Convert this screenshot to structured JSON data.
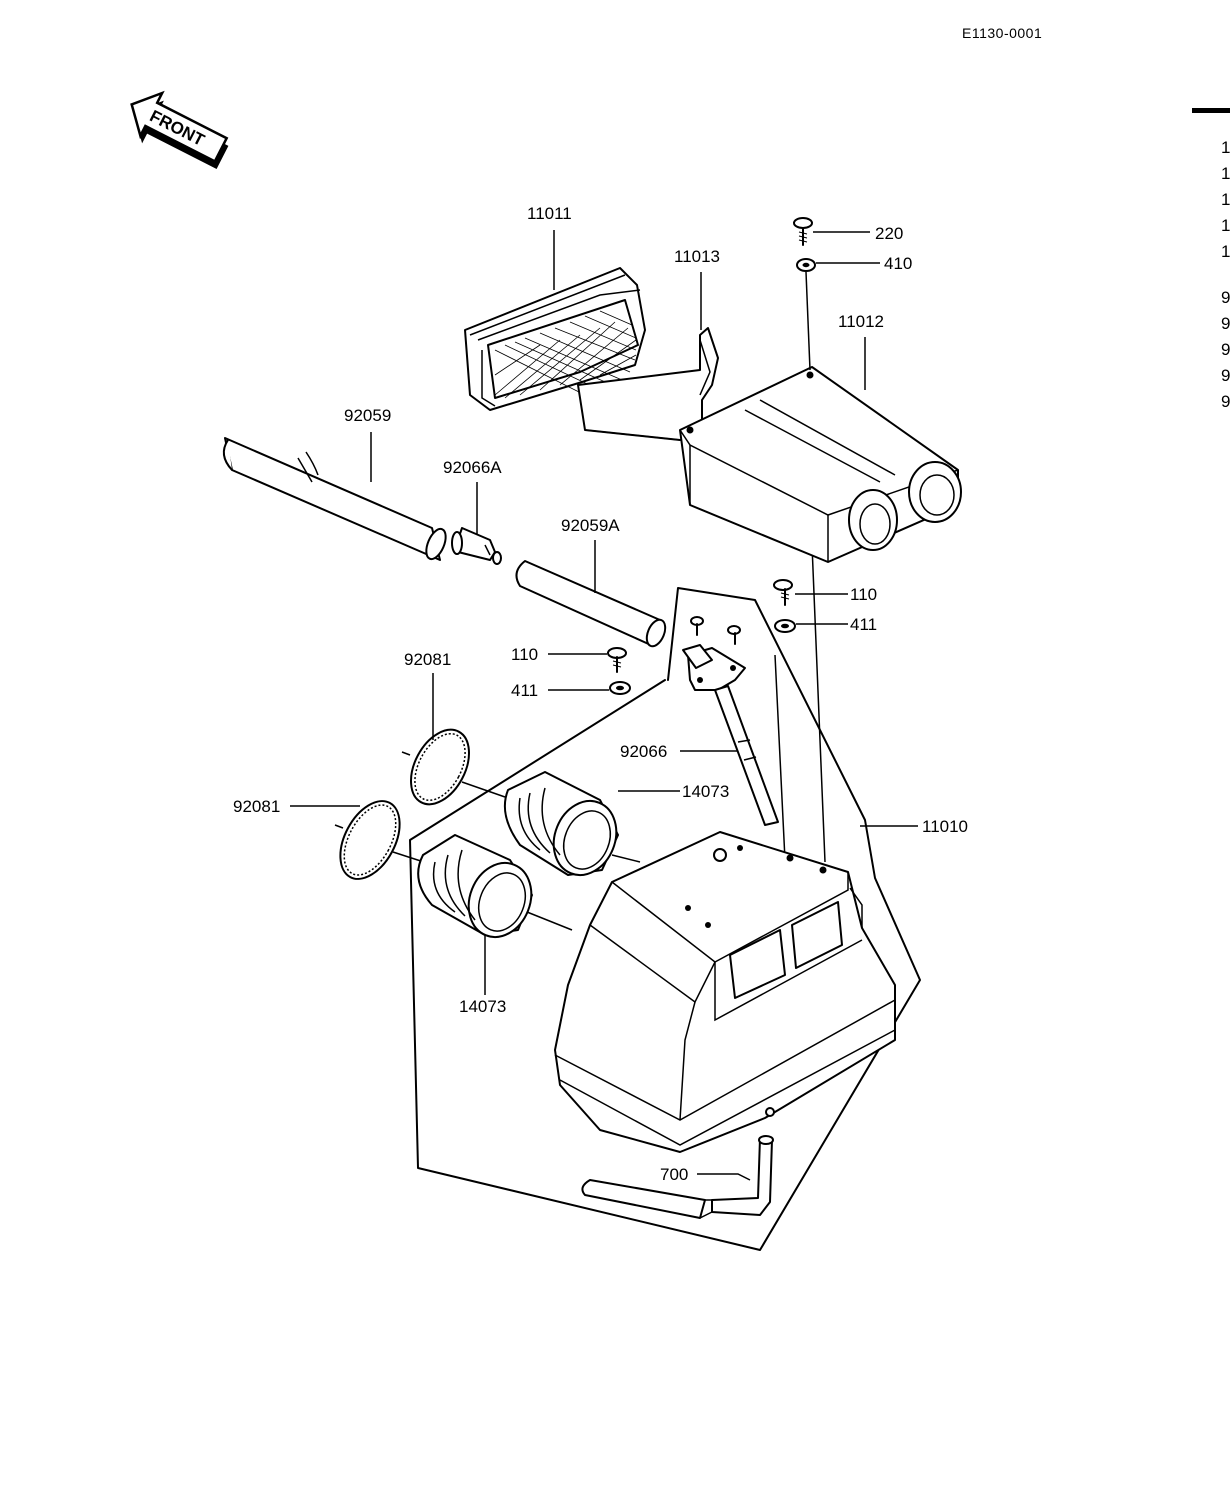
{
  "diagram_code": "E1130-0001",
  "direction_label": "FRONT",
  "margin_fragments": [
    "1",
    "1",
    "1",
    "1",
    "1",
    "9",
    "9",
    "9",
    "9",
    "9"
  ],
  "callouts": {
    "p11011": "11011",
    "p11013": "11013",
    "p220": "220",
    "p410": "410",
    "p11012": "11012",
    "p92059": "92059",
    "p92066A": "92066A",
    "p92059A": "92059A",
    "p110_right": "110",
    "p411_right": "411",
    "p110_left": "110",
    "p411_left": "411",
    "p92081_upper": "92081",
    "p92081_lower": "92081",
    "p92066": "92066",
    "p14073_upper": "14073",
    "p14073_lower": "14073",
    "p11010": "11010",
    "p700": "700"
  }
}
